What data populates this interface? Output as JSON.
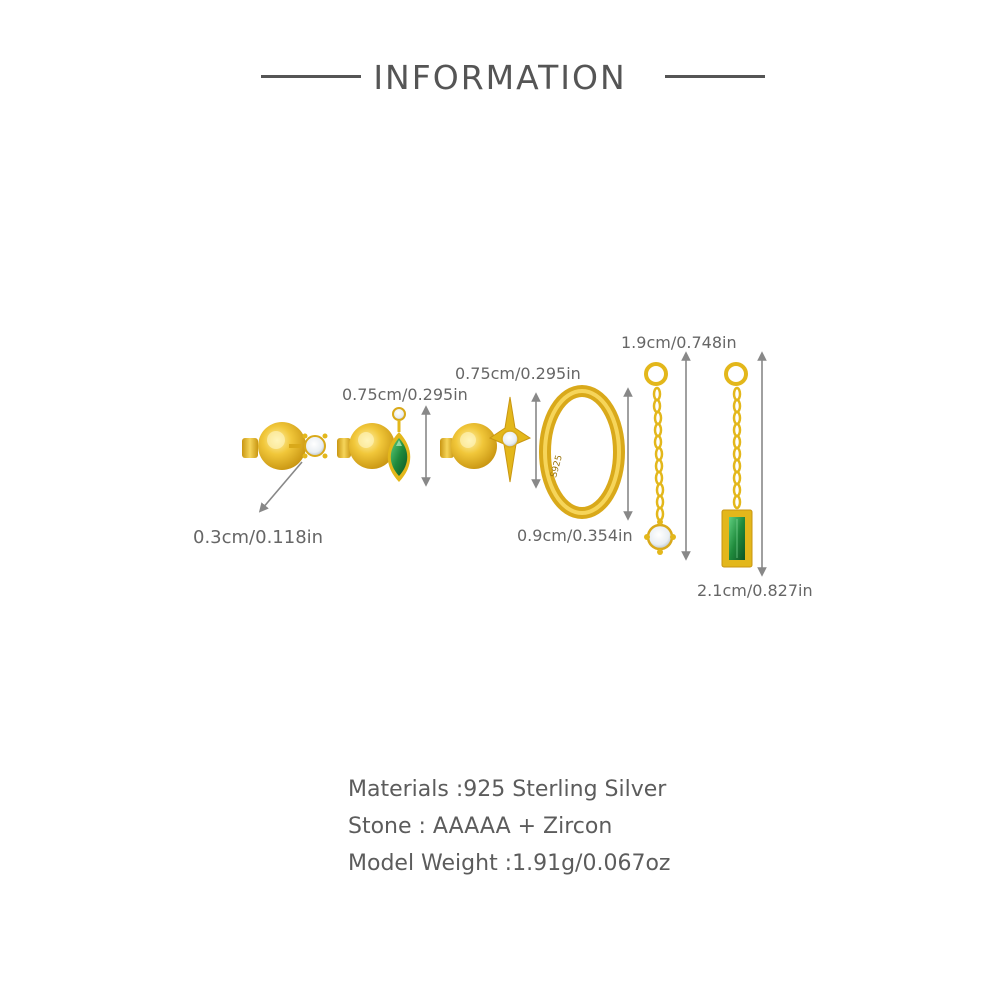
{
  "header": {
    "title": "INFORMATION"
  },
  "dimensions": {
    "stud_diameter": "0.3cm/0.118in",
    "marquise_height": "0.75cm/0.295in",
    "star_height": "0.75cm/0.295in",
    "hoop_diameter": "0.9cm/0.354in",
    "clear_drop_length": "1.9cm/0.748in",
    "green_drop_length": "2.1cm/0.827in"
  },
  "hoop_stamp": "S925",
  "specs": {
    "materials": "Materials :925 Sterling Silver",
    "stone": "Stone : AAAAA + Zircon",
    "weight": "Model Weight :1.91g/0.067oz"
  },
  "colors": {
    "gold": "#e3b71b",
    "emerald": "#1f8a3c",
    "text": "#5a5a5a",
    "arrow": "#888888"
  }
}
